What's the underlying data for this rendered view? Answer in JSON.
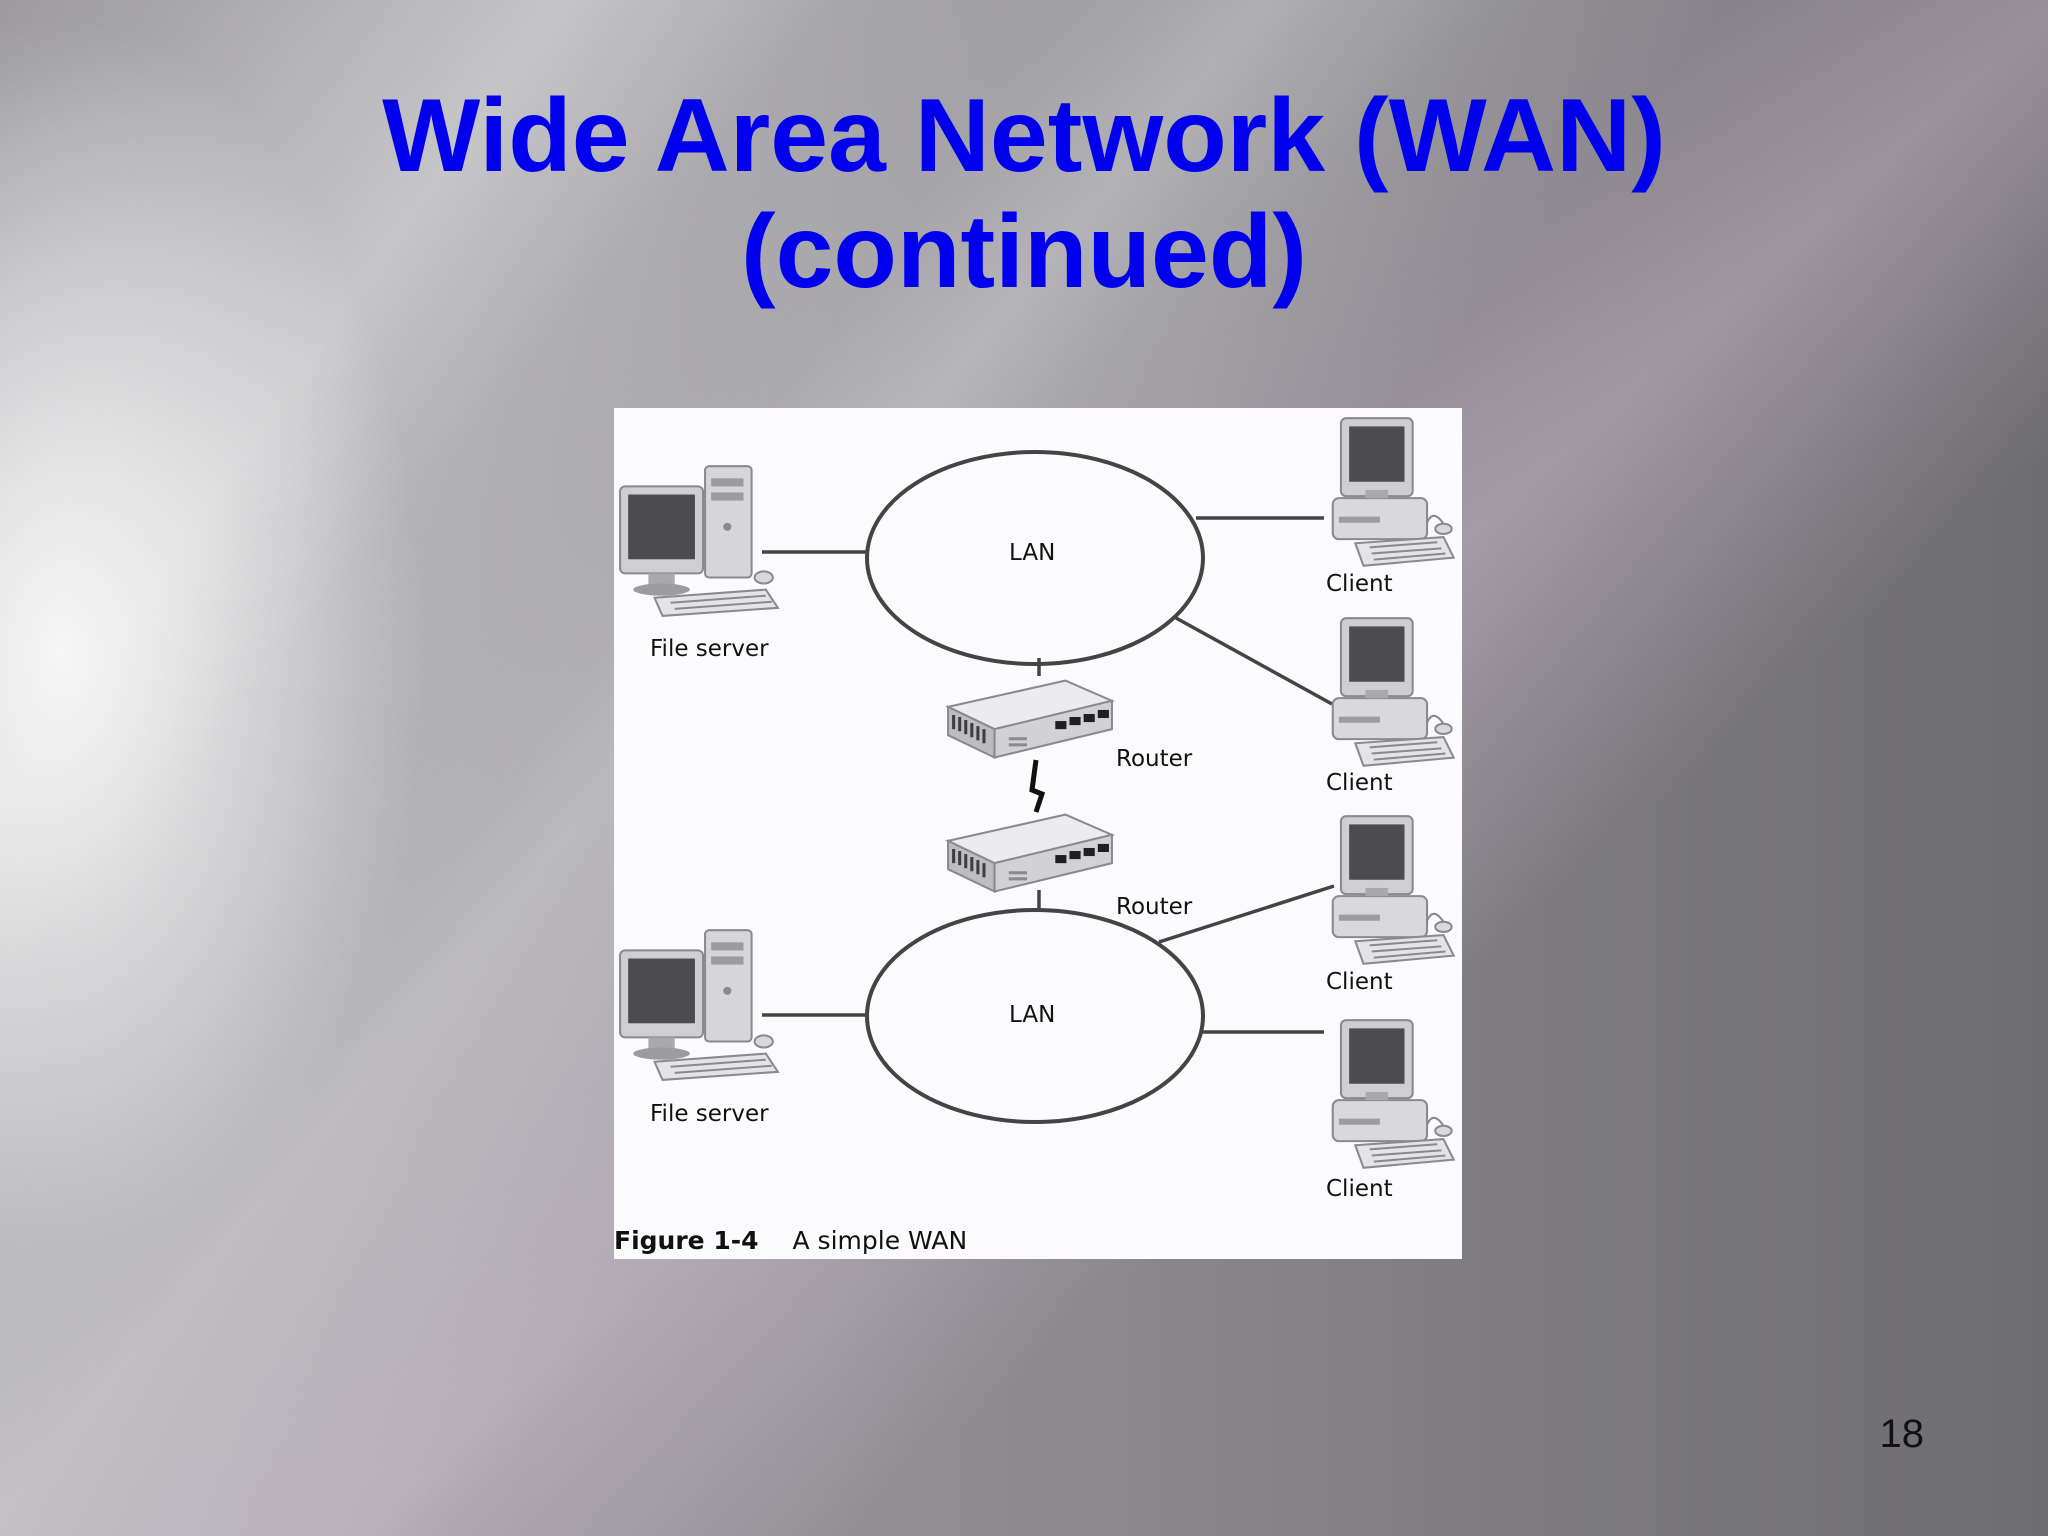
{
  "slide": {
    "title_line1": "Wide Area Network (WAN)",
    "title_line2": "(continued)",
    "page_number": "18"
  },
  "diagram": {
    "lan_top": "LAN",
    "lan_bottom": "LAN",
    "file_server_top": "File server",
    "file_server_bottom": "File server",
    "router_top": "Router",
    "router_bottom": "Router",
    "client_1": "Client",
    "client_2": "Client",
    "client_3": "Client",
    "client_4": "Client",
    "caption_label": "Figure 1-4",
    "caption_text": "A simple WAN"
  },
  "colors": {
    "title": "#0000ee",
    "line": "#444444"
  },
  "icons": [
    "file-server-icon",
    "client-computer-icon",
    "router-icon",
    "wan-link-icon"
  ]
}
